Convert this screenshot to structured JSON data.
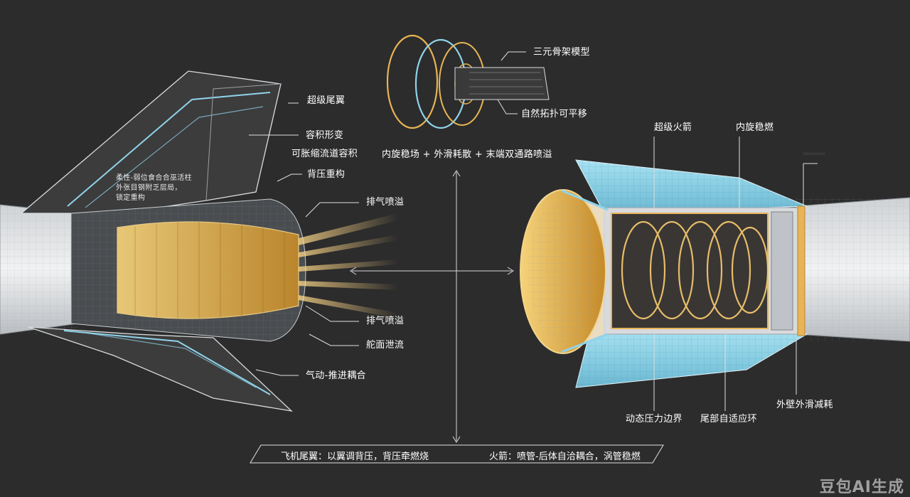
{
  "colors": {
    "background": "#2c2c2c",
    "wireframe": "#bfc3c7",
    "cyan": "#8fd3ea",
    "gold": "#e8b456",
    "text": "#ffffff"
  },
  "top_model": {
    "label_3d": "三元骨架模型",
    "label_topology": "自然拓扑可平移",
    "label_caption": "内旋稳场 + 外滑耗散 + 末端双通路喷溢"
  },
  "aircraft_labels": {
    "super_tail": "超级尾翼",
    "volume_morph": "容积形变",
    "expand_channel": "可胀缩流道容积",
    "back_pressure": "背压重构",
    "exhaust_1": "排气喷溢",
    "exhaust_2": "排气喷溢",
    "surface_leak": "舵面泄流",
    "aero_thrust": "气动-推进耦合",
    "note_lines": [
      "柔性-弱位食合合巫活柱",
      "外张目钢附乏层局，",
      "锁定重构"
    ]
  },
  "rocket_labels": {
    "super_rocket": "超级火箭",
    "inner_swirl": "内旋稳燃",
    "blurred_top": "·······",
    "dynamic_boundary": "动态压力边界",
    "tail_ring": "尾部自适应环",
    "outer_wall": "外壁外滑减耗"
  },
  "bottom_captions": {
    "left": "飞机尾翼：以翼调背压，背压牵燃烧",
    "right": "火箭：喷管-后体自洽耦合，涡管稳燃"
  },
  "watermark": "豆包AI生成"
}
